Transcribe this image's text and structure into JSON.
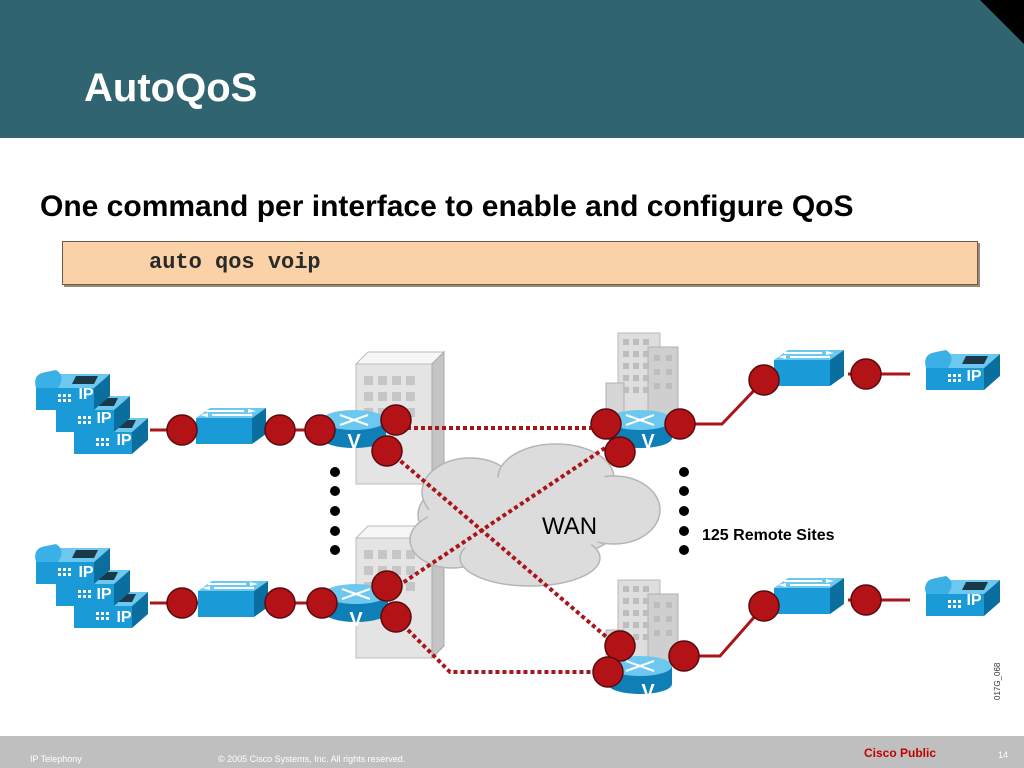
{
  "slide": {
    "title": "AutoQoS",
    "subtitle": "One command per interface to enable and configure QoS",
    "command": "auto qos voip"
  },
  "diagram": {
    "wan_label": "WAN",
    "remote_sites_label": "125 Remote Sites",
    "phone_label": "IP",
    "router_label": "V",
    "figure_id": "017G_068"
  },
  "footer": {
    "left": "IP Telephony",
    "copyright": "© 2005 Cisco Systems, Inc. All rights reserved.",
    "classification": "Cisco Public",
    "page": "14"
  },
  "colors": {
    "header": "#2f6470",
    "device_blue": "#1a9ad6",
    "dot_red": "#b31217",
    "link_red": "#a8161b",
    "command_box": "#fbd1a8"
  }
}
